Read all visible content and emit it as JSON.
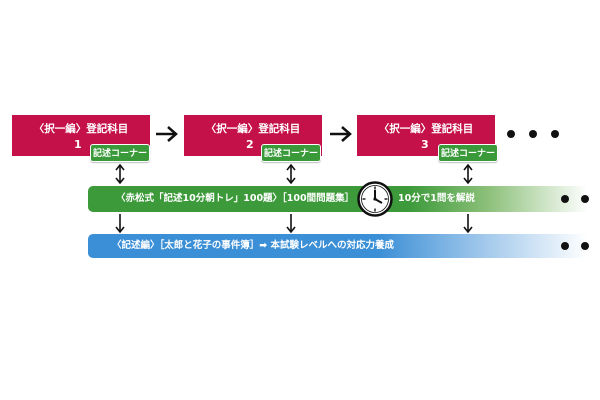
{
  "steps": [
    {
      "title": "〈択一編〉登記科目",
      "number": "1",
      "sub_label": "記述コーナー"
    },
    {
      "title": "〈択一編〉登記科目",
      "number": "2",
      "sub_label": "記述コーナー"
    },
    {
      "title": "〈択一編〉登記科目",
      "number": "3",
      "sub_label": "記述コーナー"
    }
  ],
  "green_band": {
    "text": "〈赤松式「記述10分朝トレ」100題〉［100間問題集］",
    "suffix": "10分で1問を解説"
  },
  "blue_band": {
    "text": "〈記述編〉［太郎と花子の事件簿］➡ 本試験レベルへの対応力養成"
  },
  "colors": {
    "step_box": "#c4114a",
    "sub_box": "#3a9a3a",
    "green_band": "#3c9a3a",
    "blue_band": "#3b8fd6"
  },
  "icons": {
    "clock": "clock-icon",
    "arrow": "arrow-right-icon",
    "connector": "double-arrow-icon",
    "down": "arrow-down-icon",
    "ellipsis": "ellipsis-dots"
  }
}
